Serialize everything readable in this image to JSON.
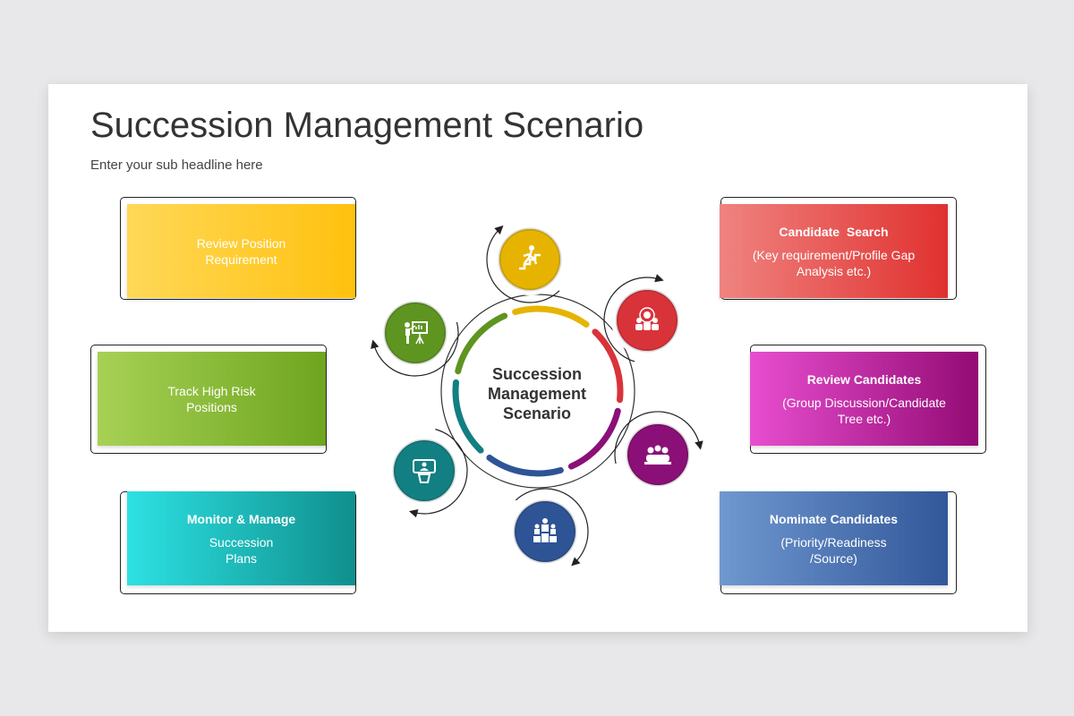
{
  "header": {
    "title": "Succession Management Scenario",
    "subtitle": "Enter your sub headline here"
  },
  "center": {
    "label": "Succession\nManagement\nScenario"
  },
  "cards": {
    "review_position": {
      "head": "",
      "body": "Review Position\nRequirement"
    },
    "track_high_risk": {
      "head": "",
      "body": "Track High Risk\nPositions"
    },
    "monitor_manage": {
      "head": "Monitor & Manage",
      "body": "Succession\nPlans"
    },
    "candidate_search": {
      "head": "Candidate  Search",
      "body": "(Key requirement/Profile Gap\nAnalysis etc.)"
    },
    "review_candidates": {
      "head": "Review Candidates",
      "body": "(Group Discussion/Candidate\nTree etc.)"
    },
    "nominate_candidates": {
      "head": "Nominate Candidates",
      "body": "(Priority/Readiness\n/Source)"
    }
  },
  "nodes": [
    {
      "icon": "climbing-stairs-icon",
      "color": "#e6b400"
    },
    {
      "icon": "team-leader-icon",
      "color": "#d9333a"
    },
    {
      "icon": "group-meeting-icon",
      "color": "#8a1078"
    },
    {
      "icon": "podium-ranking-icon",
      "color": "#2e5496"
    },
    {
      "icon": "presentation-screen-icon",
      "color": "#127f82"
    },
    {
      "icon": "presenter-board-icon",
      "color": "#5e9420"
    }
  ],
  "colors": {
    "yellow": "#ffc400",
    "green": "#7bb32e",
    "teal": "#14a9ab",
    "red": "#e5403f",
    "magenta": "#b0158f",
    "blue": "#3d67a8"
  }
}
